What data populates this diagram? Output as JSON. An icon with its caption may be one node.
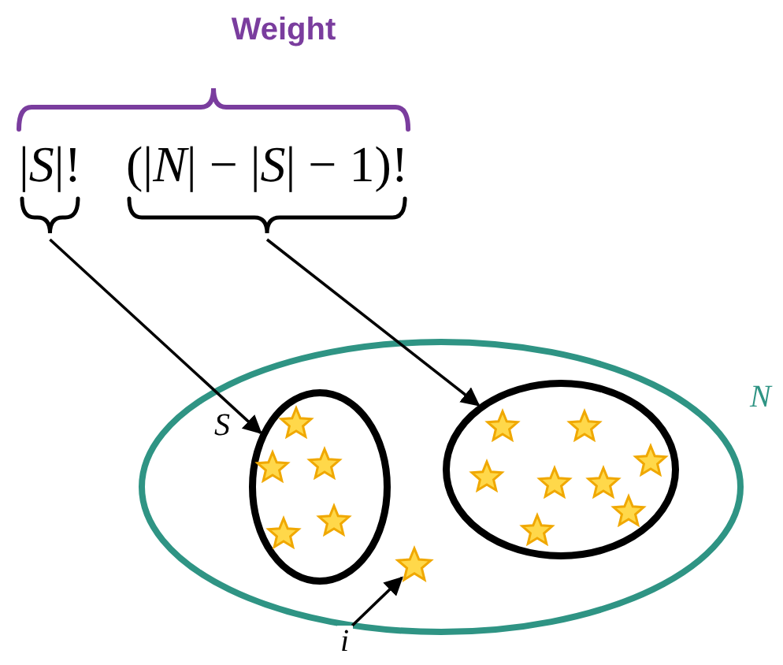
{
  "diagram": {
    "title": "Weight",
    "nodes": [
      {
        "text": [
          "|*S*|!"
        ]
      },
      {
        "text": [
          "(|*N*| − |*S*| − 1)!"
        ]
      },
      {
        "text": [
          "*N*"
        ]
      },
      {
        "text": [
          "*S*"
        ],
        "in": 2
      },
      {
        "text": [],
        "shape": "circle",
        "in": 2
      },
      {
        "text": [],
        "shape": "star",
        "in": 2
      },
      {
        "text": [
          "*i*"
        ]
      }
    ],
    "edges": [
      {
        "from": 0,
        "to": 3,
        "arrow": "to"
      },
      {
        "from": 1,
        "to": 4,
        "arrow": "to"
      },
      {
        "from": 6,
        "to": 5,
        "arrow": "to"
      }
    ]
  }
}
